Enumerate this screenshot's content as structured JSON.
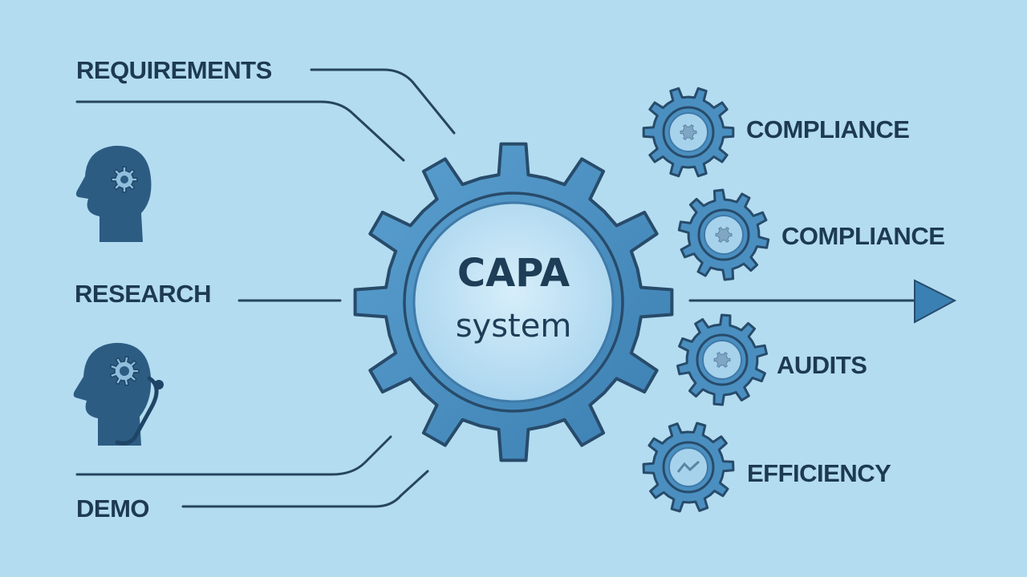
{
  "center": {
    "title": "CAPA",
    "subtitle": "system"
  },
  "left_labels": {
    "requirements": "REQUIREMENTS",
    "research": "RESEARCH",
    "demo": "DEMO"
  },
  "right_labels": {
    "item1": "COMPLIANCE",
    "item2": "COMPLIANCE",
    "item3": "AUDITS",
    "item4": "EFFICIENCY"
  },
  "colors": {
    "background": "#b3dcf1",
    "gear_fill": "#4a8fc0",
    "gear_stroke": "#284b6a",
    "hub_fill": "#c2e3f5",
    "text": "#1d3a52",
    "head_icon": "#2d5c83"
  },
  "icons": {
    "left_top": "head-with-gear-icon",
    "left_bottom": "head-with-gear-headset-icon",
    "right_1": "gear-icon",
    "right_2": "gear-icon",
    "right_3": "gear-icon",
    "right_4": "gear-chart-icon",
    "arrow": "arrow-right-icon"
  }
}
